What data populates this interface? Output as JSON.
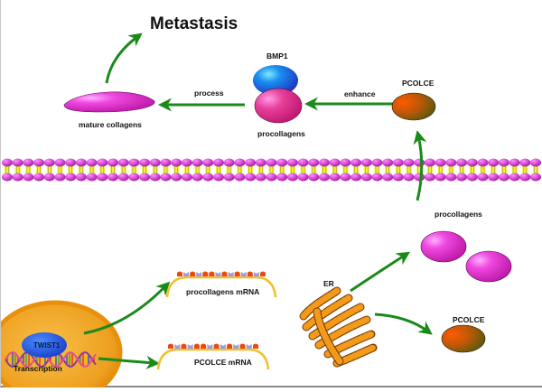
{
  "title": "Metastasis",
  "labels": {
    "bmp1": "BMP1",
    "procollagens_complex": "procollagens",
    "mature_collagens": "mature collagens",
    "process": "process",
    "enhance": "enhance",
    "pcolce_secreted": "PCOLCE",
    "procollagens_secreted": "procollagens",
    "er": "ER",
    "pcolce_intracellular": "PCOLCE",
    "procollagens_mrna": "procollagens mRNA",
    "pcolce_mrna": "PCOLCE mRNA",
    "twist1": "TWIST1",
    "transcription": "Transcription"
  },
  "colors": {
    "arrow": "#1a8a1a",
    "collagen": "#e040d8",
    "bmp1": "#1f6fe0",
    "pcolce": "#c85a08",
    "membrane_head": "#cc33cc",
    "membrane_tail": "#f2f23a",
    "cell": "#f0a020",
    "er": "#f09a1a",
    "mrna": "#f0c030"
  }
}
